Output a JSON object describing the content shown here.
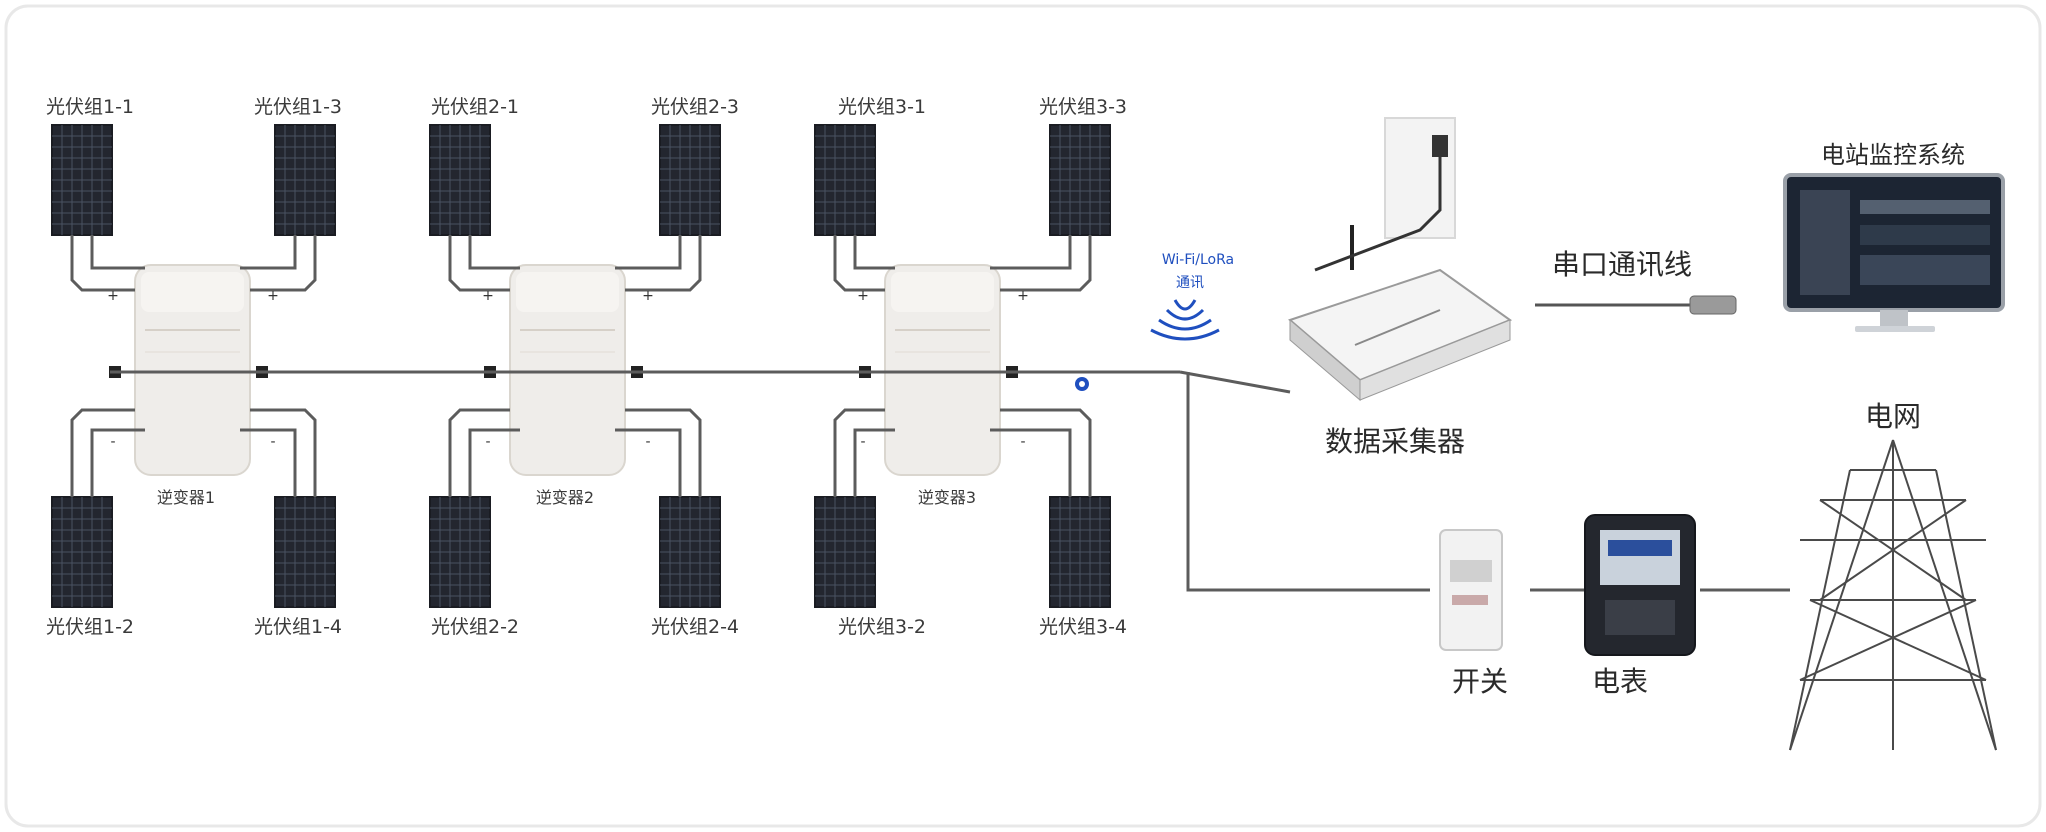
{
  "panels_top": [
    "光伏组1-1",
    "光伏组1-3",
    "光伏组2-1",
    "光伏组2-3",
    "光伏组3-1",
    "光伏组3-3"
  ],
  "panels_bottom": [
    "光伏组1-2",
    "光伏组1-4",
    "光伏组2-2",
    "光伏组2-4",
    "光伏组3-2",
    "光伏组3-4"
  ],
  "inverters": [
    "逆变器1",
    "逆变器2",
    "逆变器3"
  ],
  "wireless_label": "Wi-Fi/LoRa",
  "wireless_sub": "通讯",
  "collector_label": "数据采集器",
  "cable_label": "串口通讯线",
  "monitor_label": "电站监控系统",
  "switch_label": "开关",
  "meter_label": "电表",
  "grid_label": "电网",
  "terminal_plus": "+",
  "terminal_minus": "-",
  "colors": {
    "panel": "#23262f",
    "panel_grid": "#4a5262",
    "inverter": "#efedea",
    "wire": "#5c5c5c",
    "accent_blue": "#1f4fbf"
  }
}
